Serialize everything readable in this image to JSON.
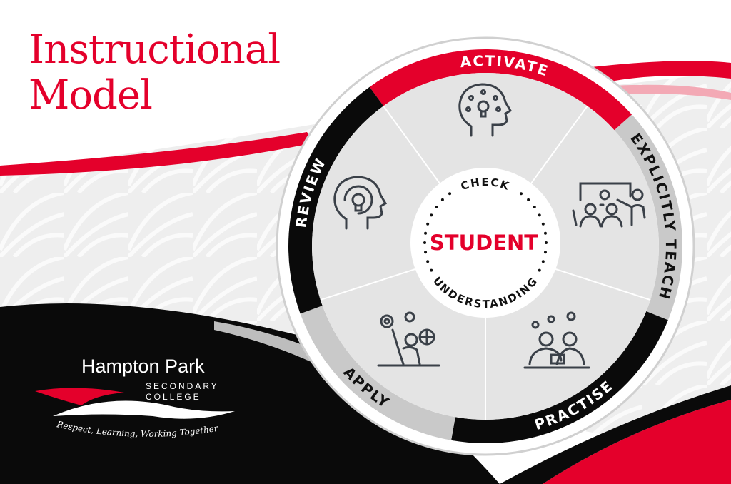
{
  "title": {
    "line1": "Instructional",
    "line2": "Model"
  },
  "colors": {
    "red": "#e4002b",
    "black": "#0a0a0a",
    "gray": "#c9c9c9",
    "light_gray": "#e4e4e4",
    "icon": "#3a4048"
  },
  "wheel": {
    "center": {
      "top_text": "CHECK",
      "main_text": "STUDENT",
      "bottom_text": "UNDERSTANDING"
    },
    "segments": [
      {
        "label": "ACTIVATE",
        "color": "#e4002b",
        "text_color": "#ffffff",
        "icon": "head-network-bulb-icon"
      },
      {
        "label": "EXPLICITLY TEACH",
        "color": "#c9c9c9",
        "text_color": "#111111",
        "icon": "teacher-whiteboard-icon"
      },
      {
        "label": "PRACTISE",
        "color": "#0a0a0a",
        "text_color": "#ffffff",
        "icon": "students-laptop-icon"
      },
      {
        "label": "APPLY",
        "color": "#c9c9c9",
        "text_color": "#111111",
        "icon": "student-gear-globe-icon"
      },
      {
        "label": "REVIEW",
        "color": "#0a0a0a",
        "text_color": "#ffffff",
        "icon": "head-bulb-cycle-icon"
      }
    ]
  },
  "logo": {
    "name": "Hampton Park",
    "sub1": "SECONDARY",
    "sub2": "COLLEGE",
    "motto": "Respect, Learning, Working Together"
  }
}
